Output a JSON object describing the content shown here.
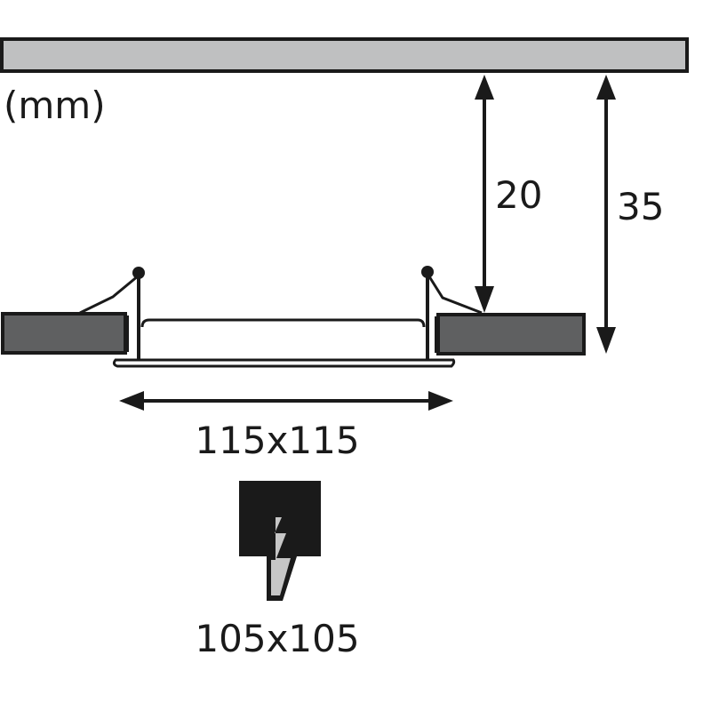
{
  "diagram": {
    "unit_label": "(mm)",
    "dimensions": {
      "ceiling_clearance": "20",
      "total_depth": "35",
      "outer_size": "115x115",
      "cutout_size": "105x105"
    },
    "icons": {
      "cutout_icon": "ceiling-cutout-saw-icon"
    },
    "colors": {
      "ceiling_fill": "#bfc0c1",
      "panel_fill": "#5f6061",
      "outline": "#1a1a1a",
      "saw_fill": "#c6c6c6"
    }
  }
}
